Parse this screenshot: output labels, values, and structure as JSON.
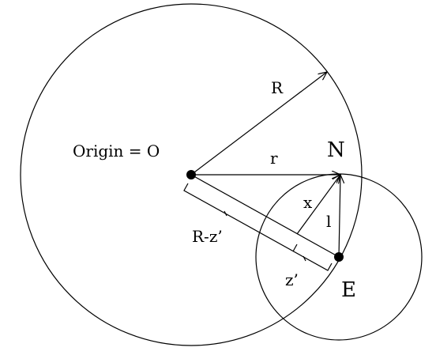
{
  "diagram": {
    "labels": {
      "origin": "Origin = O",
      "big_radius": "R",
      "small_r": "r",
      "point_n": "N",
      "point_e": "E",
      "segment_x": "x",
      "segment_l": "l",
      "segment_r_minus_z": "R-z’",
      "segment_z": "z’"
    },
    "colors": {
      "stroke": "#000000",
      "background": "#ffffff"
    }
  }
}
